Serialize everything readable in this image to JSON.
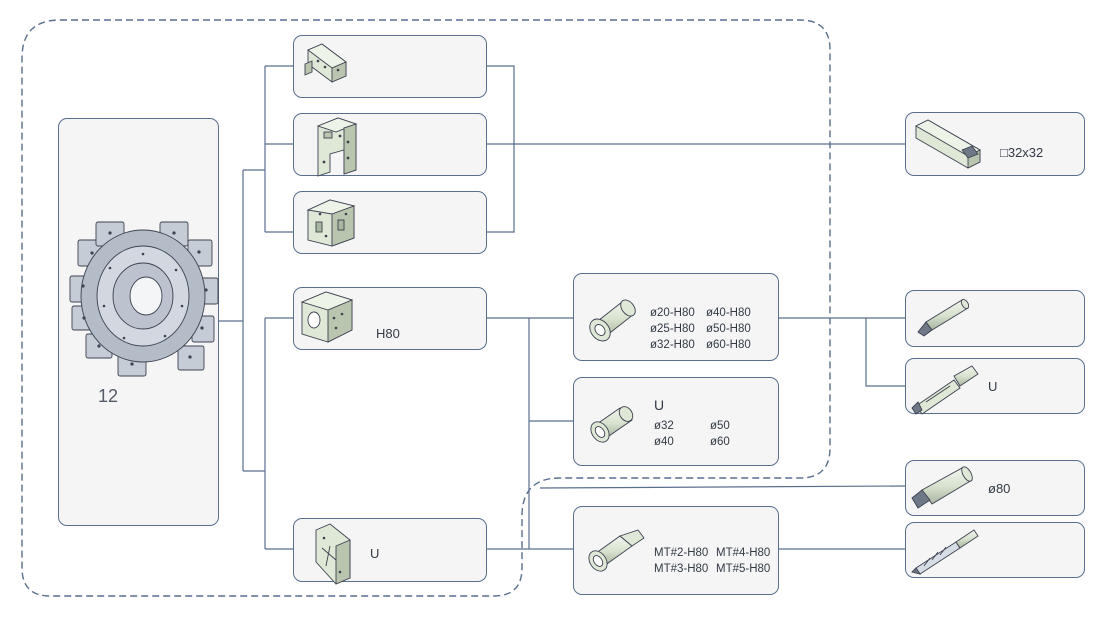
{
  "turret": {
    "label": "12"
  },
  "holders": [
    {
      "label": ""
    },
    {
      "label": ""
    },
    {
      "label": ""
    },
    {
      "label": "H80"
    },
    {
      "label": "U"
    }
  ],
  "sleeves": {
    "h80": {
      "specs": [
        "ø20-H80",
        "ø40-H80",
        "ø25-H80",
        "ø50-H80",
        "ø32-H80",
        "ø60-H80"
      ]
    },
    "u": {
      "title": "U",
      "specs": [
        "ø32",
        "ø50",
        "ø40",
        "ø60"
      ]
    },
    "mt": {
      "specs": [
        "MT#2-H80",
        "MT#4-H80",
        "MT#3-H80",
        "MT#5-H80"
      ]
    }
  },
  "tools": {
    "square_tool": {
      "label": "□32x32"
    },
    "boring_bar": {
      "label": ""
    },
    "u_drill": {
      "label": "U"
    },
    "boring_bar_large": {
      "label": "ø80"
    },
    "twist_drill": {
      "label": ""
    }
  },
  "colors": {
    "frame": "#5a6f8e",
    "box_fill": "#f5f5f6",
    "part_fill": "#dfe8d6",
    "turret_fill": "#c6ccd6"
  }
}
